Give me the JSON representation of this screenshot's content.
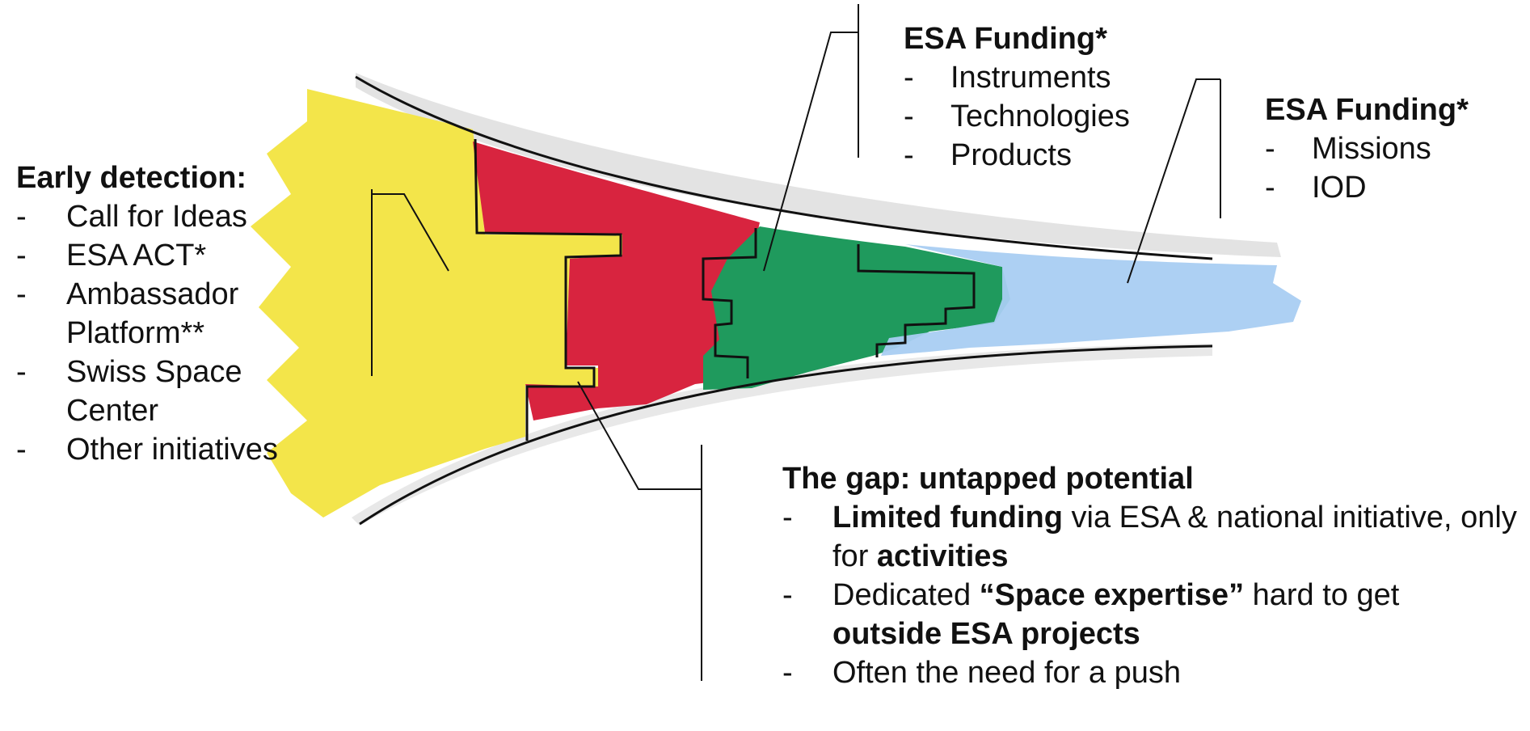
{
  "colors": {
    "early_stage": "#f3e54a",
    "gap_stage": "#d8243f",
    "mid_stage": "#1f9a5d",
    "late_stage": "#a9cdf2",
    "outline": "#111111",
    "shadow": "#d7d7d7"
  },
  "early_detection": {
    "heading": "Early detection:",
    "items": [
      "Call for Ideas",
      "ESA ACT*",
      "Ambassador Platform**",
      "Swiss Space Center",
      "Other initiatives"
    ]
  },
  "esa_funding_1": {
    "heading": "ESA Funding*",
    "items": [
      "Instruments",
      "Technologies",
      "Products"
    ]
  },
  "esa_funding_2": {
    "heading": "ESA Funding*",
    "items": [
      "Missions",
      "IOD"
    ]
  },
  "gap": {
    "heading": "The gap: untapped potential",
    "item1": {
      "b1": "Limited funding",
      "t1": " via ESA & national initiative, only for ",
      "b2": "activities"
    },
    "item2": {
      "t1": "Dedicated ",
      "b1": "“Space expertise”",
      "t2": " hard to get ",
      "b2": "outside ESA projects"
    },
    "item3": {
      "t1": "Often the need for a push"
    }
  },
  "bullet": "-"
}
